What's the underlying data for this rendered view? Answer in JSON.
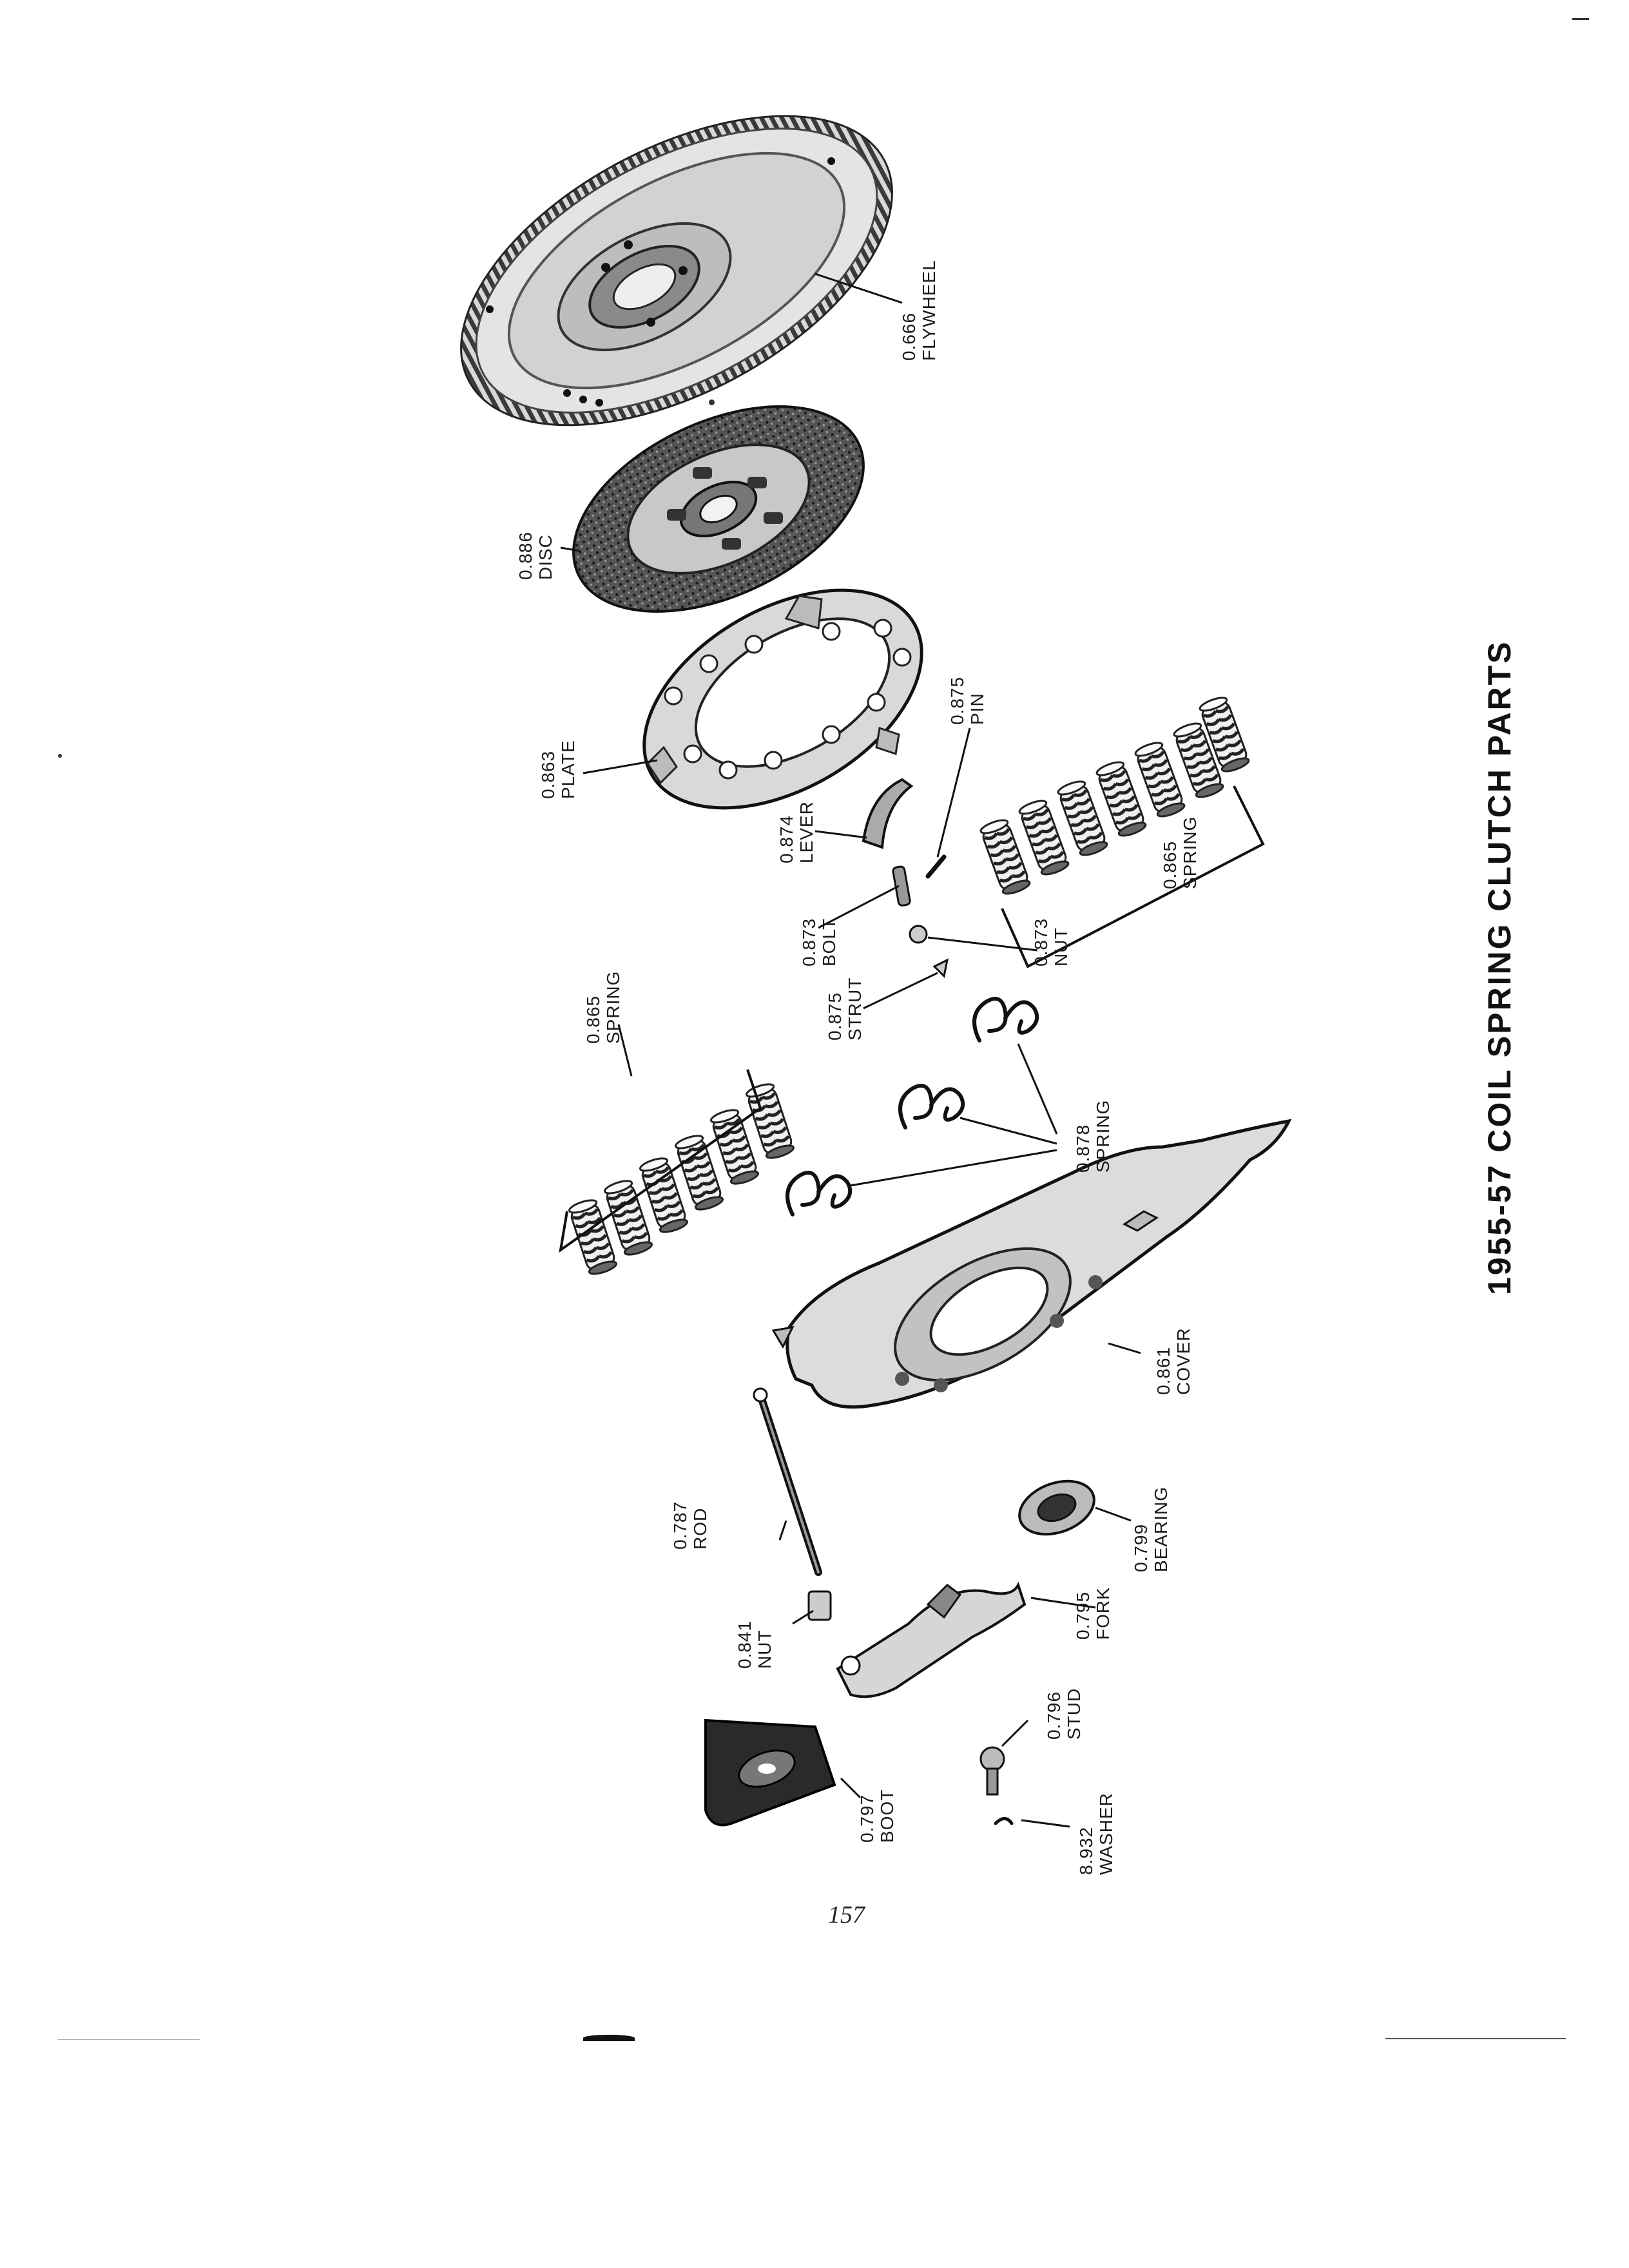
{
  "title": "1955-57 COIL SPRING CLUTCH PARTS",
  "page_number": "157",
  "parts": [
    {
      "id": "flywheel",
      "number": "0.666",
      "name": "FLYWHEEL"
    },
    {
      "id": "disc",
      "number": "0.886",
      "name": "DISC"
    },
    {
      "id": "plate",
      "number": "0.863",
      "name": "PLATE"
    },
    {
      "id": "pin",
      "number": "0.875",
      "name": "PIN"
    },
    {
      "id": "lever",
      "number": "0.874",
      "name": "LEVER"
    },
    {
      "id": "spring-right",
      "number": "0.865",
      "name": "SPRING"
    },
    {
      "id": "bolt",
      "number": "0.873",
      "name": "BOLT"
    },
    {
      "id": "nut-873",
      "number": "0.873",
      "name": "NUT"
    },
    {
      "id": "spring-left",
      "number": "0.865",
      "name": "SPRING"
    },
    {
      "id": "strut",
      "number": "0.875",
      "name": "STRUT"
    },
    {
      "id": "spring-878",
      "number": "0.878",
      "name": "SPRING"
    },
    {
      "id": "cover",
      "number": "0.861",
      "name": "COVER"
    },
    {
      "id": "rod",
      "number": "0.787",
      "name": "ROD"
    },
    {
      "id": "bearing",
      "number": "0.799",
      "name": "BEARING"
    },
    {
      "id": "nut-841",
      "number": "0.841",
      "name": "NUT"
    },
    {
      "id": "fork",
      "number": "0.795",
      "name": "FORK"
    },
    {
      "id": "stud",
      "number": "0.796",
      "name": "STUD"
    },
    {
      "id": "boot",
      "number": "0.797",
      "name": "BOOT"
    },
    {
      "id": "washer",
      "number": "8.932",
      "name": "WASHER"
    }
  ]
}
